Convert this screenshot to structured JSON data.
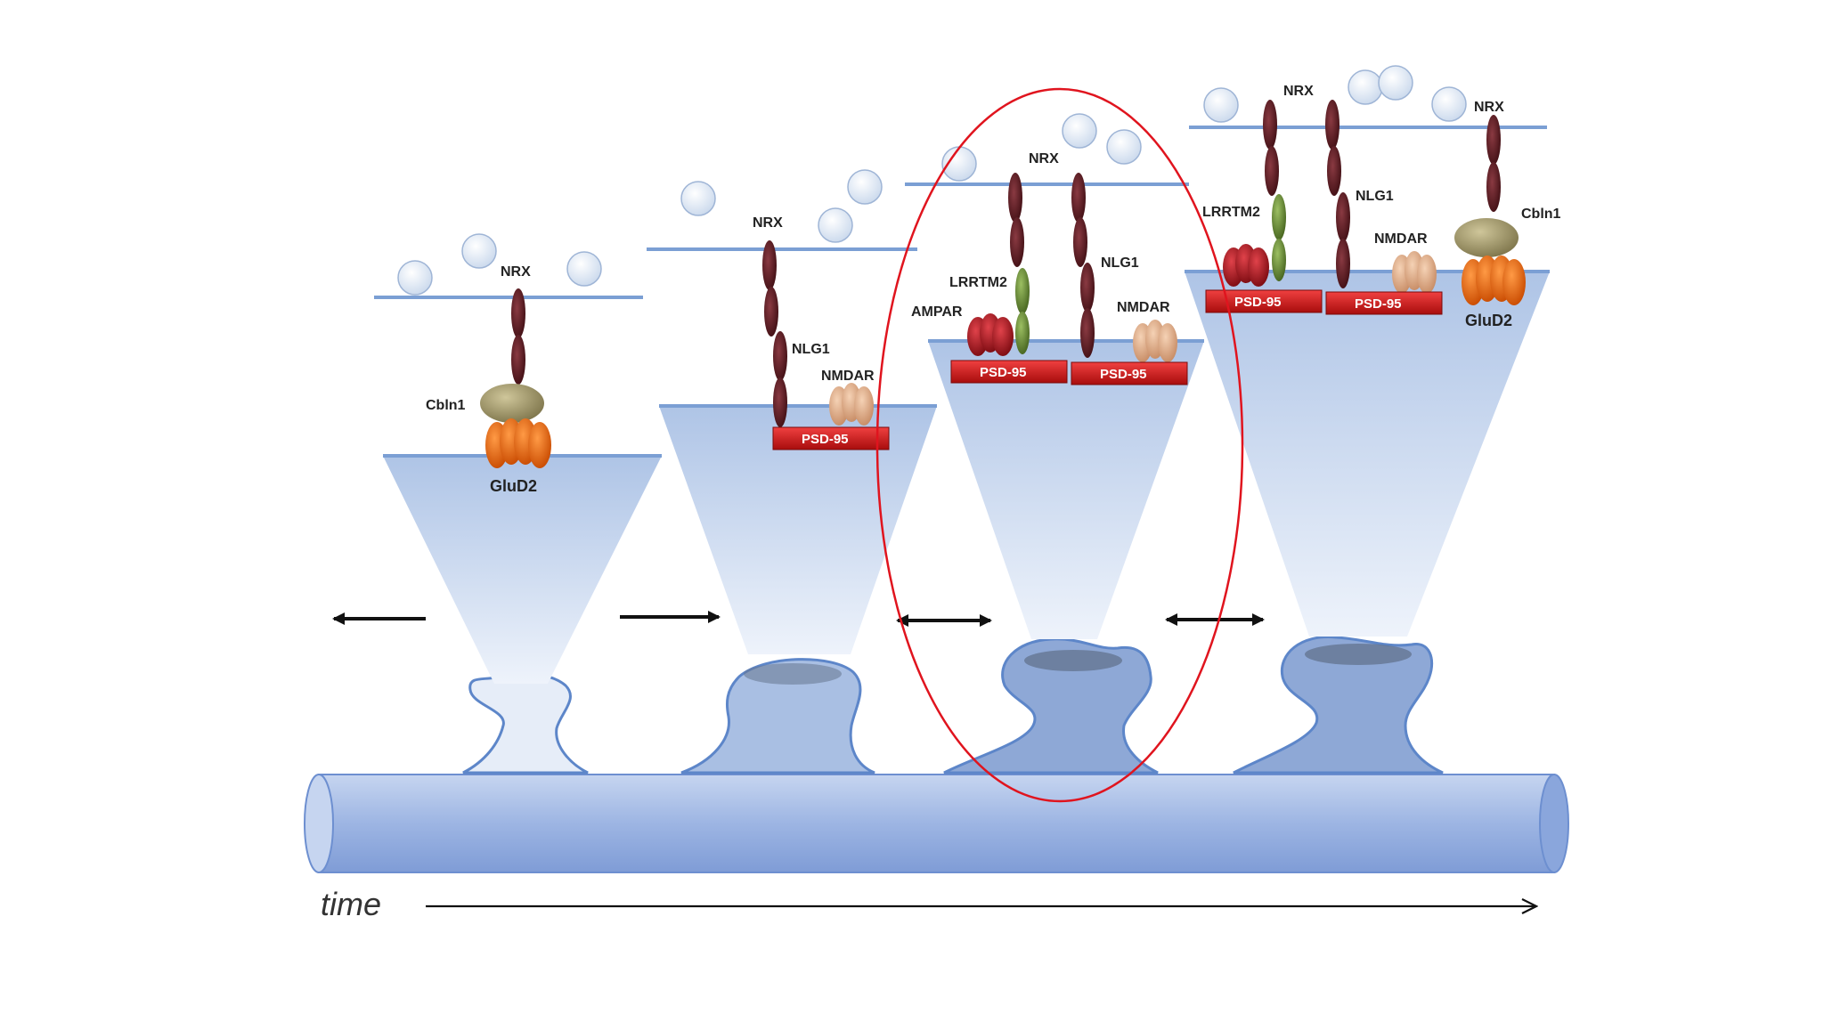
{
  "diagram": {
    "labels": {
      "nrx": "NRX",
      "nlg1": "NLG1",
      "nmdar": "NMDAR",
      "psd95": "PSD-95",
      "cbln1": "Cbln1",
      "glud2": "GluD2",
      "lrrtm2": "LRRTM2",
      "ampar": "AMPAR"
    },
    "time_label": "time",
    "highlight_color": "#e0141e",
    "colors": {
      "membrane": "#7b9fd4",
      "cone": "#c9d9ef",
      "dendrite": "#a6bde6",
      "nrx": "#5a1a20",
      "lrrtm2": "#6b8a3a",
      "nmdar": "#e6b48f",
      "ampar": "#b81822",
      "cbln1": "#a89e6a",
      "glud2": "#ef6c12",
      "psd95": "#d41b1b"
    },
    "stages": [
      {
        "id": "stage-1",
        "arrow": "left"
      },
      {
        "id": "stage-2",
        "arrow": "right"
      },
      {
        "id": "stage-3",
        "arrow": "both",
        "highlighted": true
      },
      {
        "id": "stage-4",
        "arrow": "both"
      }
    ]
  }
}
